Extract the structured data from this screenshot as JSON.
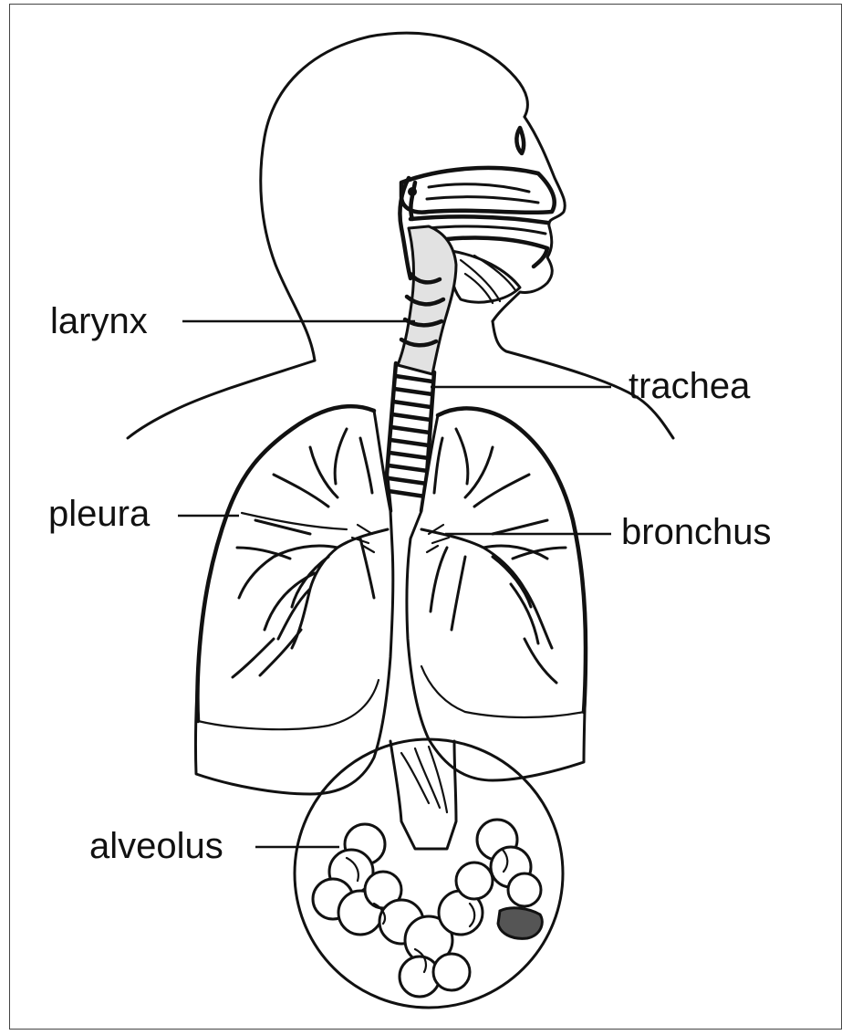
{
  "labels": {
    "larynx": "larynx",
    "trachea": "trachea",
    "pleura": "pleura",
    "bronchus": "bronchus",
    "alveolus": "alveolus"
  },
  "colors": {
    "ink": "#111111",
    "background": "#ffffff",
    "shading": "#e2e2e2"
  }
}
